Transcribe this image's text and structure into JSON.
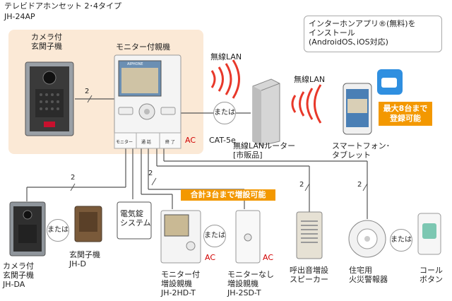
{
  "header": {
    "title": "テレビドアホンセット 2･4タイプ",
    "model": "JH-24AP"
  },
  "devices": {
    "door_station": "カメラ付\n玄関子機",
    "master_monitor": "モニター付親機",
    "router": "無線LANルーター\n[市販品]",
    "smartphone": "スマートフォン･\nタブレット",
    "door_da": "カメラ付\n玄関子機\nJH-DA",
    "door_d": "玄関子機\nJH-D",
    "lock": "電気錠\nシステム",
    "sub_hd": "モニター付\n増設親機\nJH-2HD-T",
    "sub_sd": "モニターなし\n増設親機\nJH-2SD-T",
    "speaker": "呼出音増設\nスピーカー",
    "fire": "住宅用\n火災警報器",
    "call_button": "コール\nボタン"
  },
  "labels": {
    "wireless_lan_1": "無線LAN",
    "wireless_lan_2": "無線LAN",
    "or_1": "または",
    "or_2": "または",
    "or_3": "または",
    "or_4": "または",
    "cat5e": "CAT-5e",
    "ac_1": "AC",
    "ac_2": "AC",
    "ac_3": "AC",
    "wire_2a": "2",
    "wire_2b": "2",
    "wire_2c": "2",
    "wire_2d": "2",
    "wire_2e": "2",
    "app_text": "インターホンアプリ®(無料)を\nインストール\n(AndroidOS､iOS対応)",
    "max8": "最大8台まで\n登録可能",
    "max3": "合計3台まで増設可能",
    "screen_brand": "AIPHONE",
    "btn_monitor": "モニター",
    "btn_call": "通 話",
    "btn_off": "終 了"
  },
  "colors": {
    "accent": "#f39800",
    "wave": "#e8382a",
    "ac": "#d10000",
    "panel": "#fbe9d6",
    "app_blue": "#2f8fe0"
  }
}
